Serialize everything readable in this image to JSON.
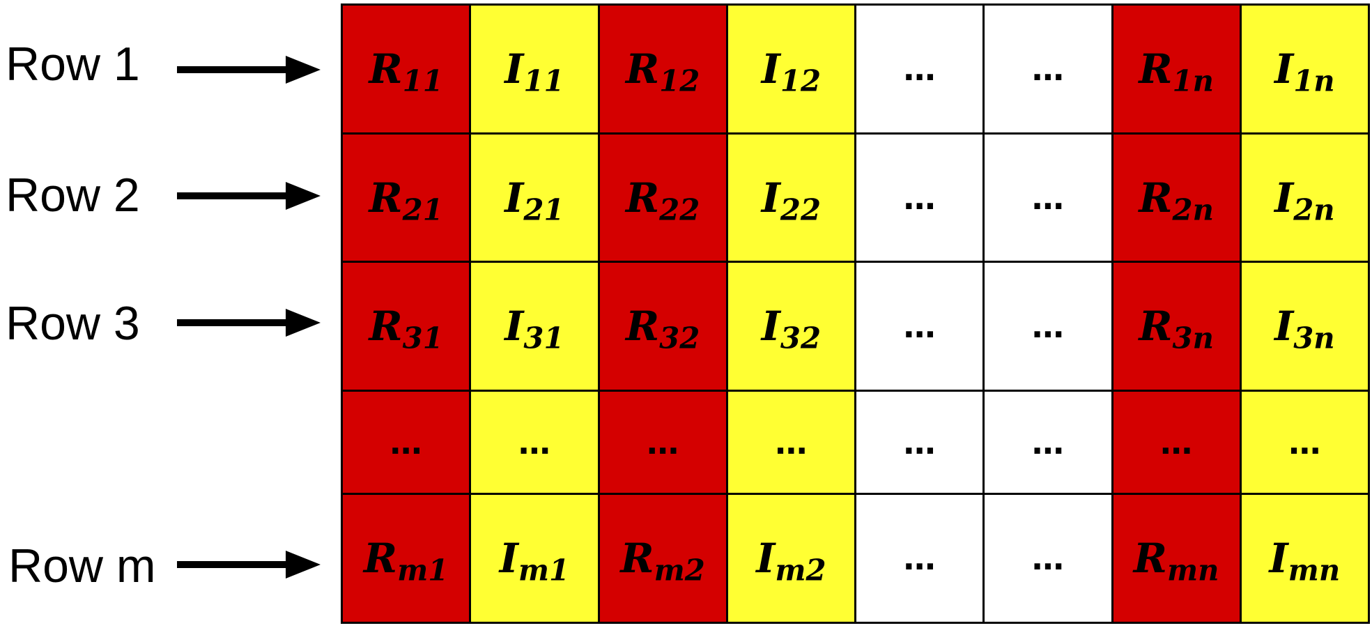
{
  "row_labels": [
    "Row 1",
    "Row 2",
    "Row 3",
    "Row m"
  ],
  "colors": {
    "real": "#d40000",
    "imag": "#ffff33",
    "empty": "#ffffff"
  },
  "grid": {
    "rows": [
      [
        {
          "base": "R",
          "sub": "11"
        },
        {
          "base": "I",
          "sub": "11"
        },
        {
          "base": "R",
          "sub": "12"
        },
        {
          "base": "I",
          "sub": "12"
        },
        {
          "text": "…"
        },
        {
          "text": "…"
        },
        {
          "base": "R",
          "sub": "1n"
        },
        {
          "base": "I",
          "sub": "1n"
        }
      ],
      [
        {
          "base": "R",
          "sub": "21"
        },
        {
          "base": "I",
          "sub": "21"
        },
        {
          "base": "R",
          "sub": "22"
        },
        {
          "base": "I",
          "sub": "22"
        },
        {
          "text": "…"
        },
        {
          "text": "…"
        },
        {
          "base": "R",
          "sub": "2n"
        },
        {
          "base": "I",
          "sub": "2n"
        }
      ],
      [
        {
          "base": "R",
          "sub": "31"
        },
        {
          "base": "I",
          "sub": "31"
        },
        {
          "base": "R",
          "sub": "32"
        },
        {
          "base": "I",
          "sub": "32"
        },
        {
          "text": "…"
        },
        {
          "text": "…"
        },
        {
          "base": "R",
          "sub": "3n"
        },
        {
          "base": "I",
          "sub": "3n"
        }
      ],
      [
        {
          "text": "…"
        },
        {
          "text": "…"
        },
        {
          "text": "…"
        },
        {
          "text": "…"
        },
        {
          "text": "…"
        },
        {
          "text": "…"
        },
        {
          "text": "…"
        },
        {
          "text": "…"
        }
      ],
      [
        {
          "base": "R",
          "sub": "m1"
        },
        {
          "base": "I",
          "sub": "m1"
        },
        {
          "base": "R",
          "sub": "m2"
        },
        {
          "base": "I",
          "sub": "m2"
        },
        {
          "text": "…"
        },
        {
          "text": "…"
        },
        {
          "base": "R",
          "sub": "mn"
        },
        {
          "base": "I",
          "sub": "mn"
        }
      ]
    ],
    "column_fill": [
      "real",
      "imag",
      "real",
      "imag",
      "empty",
      "empty",
      "real",
      "imag"
    ]
  }
}
